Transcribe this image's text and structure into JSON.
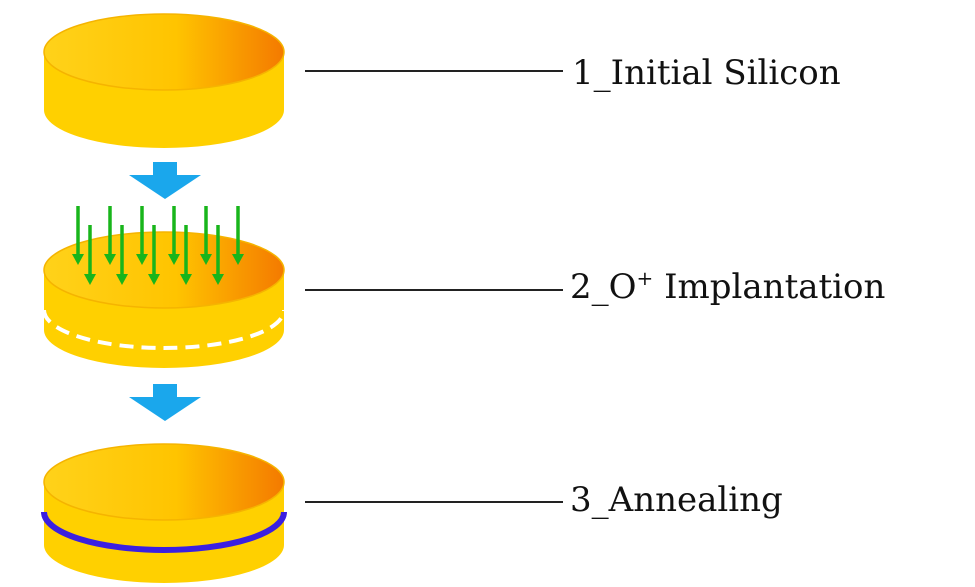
{
  "steps": [
    {
      "number": "1",
      "separator": "_",
      "label": "Initial Silicon"
    },
    {
      "number": "2",
      "separator": "_",
      "label_prefix": "O",
      "label_sup": "+",
      "label_suffix": " Implantation"
    },
    {
      "number": "3",
      "separator": "_",
      "label": "Annealing"
    }
  ],
  "colors": {
    "wafer_light": "#FFD21A",
    "wafer_mid": "#FFB000",
    "wafer_dark": "#F47A00",
    "wafer_rim": "#F5B400",
    "process_arrow": "#1AA7EC",
    "ion_arrow": "#18B51B",
    "implant_layer": "#FFFFFF",
    "oxide_layer": "#3B1FE0",
    "leader_line": "#222222",
    "text": "#111111"
  },
  "icons": {
    "process_arrow": "down-arrow-icon",
    "ion_beam": "down-arrow-icon"
  }
}
